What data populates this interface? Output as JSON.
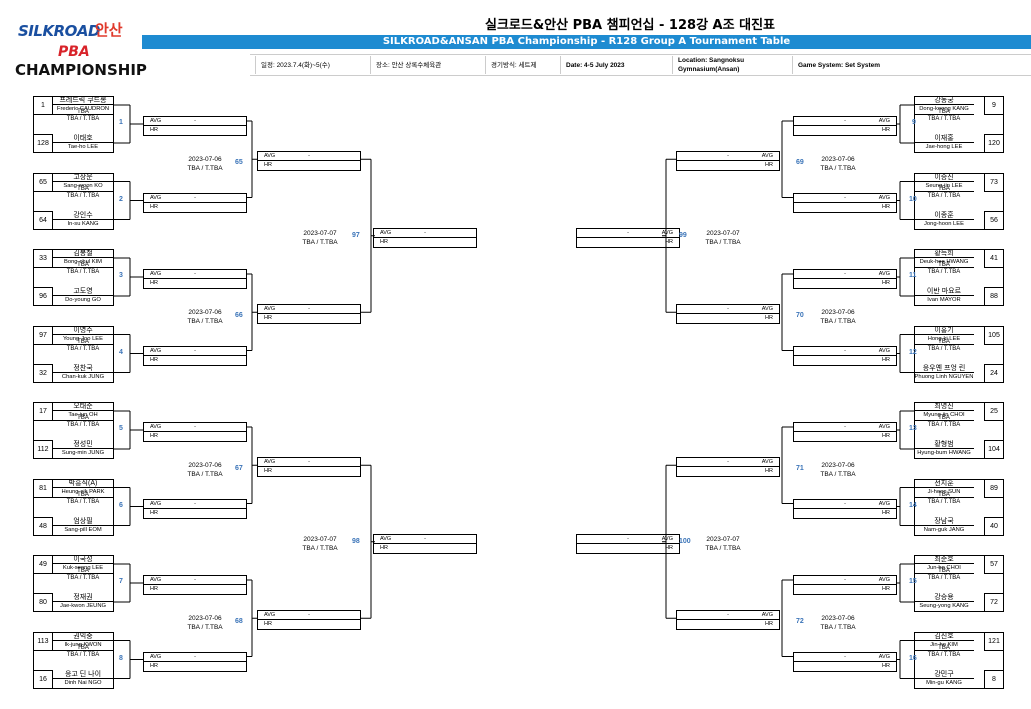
{
  "logo": {
    "silkroad": "SILKROAD",
    "ansan": "안산",
    "pba": "PBA",
    "championship": "CHAMPIONSHIP"
  },
  "header": {
    "title_ko": "실크로드&안산 PBA 챔피언십 - 128강 A조 대진표",
    "title_en": "SILKROAD&ANSAN PBA Championship - R128 Group A Tournament Table"
  },
  "info": {
    "date_ko": "일정: 2023.7.4(화)~5(수)",
    "venue_ko": "장소: 안산 상록수체육관",
    "system_ko": "경기방식: 세트제",
    "date_en": "Date: 4-5 July 2023",
    "location_en": "Location: Sangnoksu Gymnasium(Ansan)",
    "system_en": "Game System: Set System"
  },
  "labels": {
    "avg": "AVG",
    "hr": "HR",
    "dash": "-",
    "tba": "TBA",
    "tba2": "TBA / T.TBA"
  },
  "left_matches": [
    {
      "num": "1",
      "p1": {
        "seed": "1",
        "ko": "프레드릭 쿠드롱",
        "en": "Frederic CAUDRON"
      },
      "p2": {
        "seed": "128",
        "ko": "이태호",
        "en": "Tae-ho LEE"
      }
    },
    {
      "num": "2",
      "p1": {
        "seed": "65",
        "ko": "고상운",
        "en": "Sang-woon KO"
      },
      "p2": {
        "seed": "64",
        "ko": "강인수",
        "en": "In-su KANG"
      }
    },
    {
      "num": "3",
      "p1": {
        "seed": "33",
        "ko": "김봉철",
        "en": "Bong-chul KIM"
      },
      "p2": {
        "seed": "96",
        "ko": "고도영",
        "en": "Do-young GO"
      }
    },
    {
      "num": "4",
      "p1": {
        "seed": "97",
        "ko": "이영주",
        "en": "Young-Joo LEE"
      },
      "p2": {
        "seed": "32",
        "ko": "정찬국",
        "en": "Chan-kuk JUNG"
      }
    },
    {
      "num": "5",
      "p1": {
        "seed": "17",
        "ko": "오태준",
        "en": "Tae-jun OH"
      },
      "p2": {
        "seed": "112",
        "ko": "정성민",
        "en": "Sung-min JUNG"
      }
    },
    {
      "num": "6",
      "p1": {
        "seed": "81",
        "ko": "박흥식(A)",
        "en": "Heung-sik PARK"
      },
      "p2": {
        "seed": "48",
        "ko": "엄상필",
        "en": "Sang-pill EOM"
      }
    },
    {
      "num": "7",
      "p1": {
        "seed": "49",
        "ko": "이국성",
        "en": "Kuk-seong LEE"
      },
      "p2": {
        "seed": "80",
        "ko": "정재권",
        "en": "Jae-kwon JEUNG"
      }
    },
    {
      "num": "8",
      "p1": {
        "seed": "113",
        "ko": "권익중",
        "en": "Ik-jung KWON"
      },
      "p2": {
        "seed": "16",
        "ko": "응고 딘 나이",
        "en": "Dinh Nai NGO"
      }
    }
  ],
  "right_matches": [
    {
      "num": "9",
      "p1": {
        "seed": "9",
        "ko": "강동궁",
        "en": "Dong-koong KANG"
      },
      "p2": {
        "seed": "120",
        "ko": "이재홍",
        "en": "Jae-hong LEE"
      }
    },
    {
      "num": "10",
      "p1": {
        "seed": "73",
        "ko": "이승진",
        "en": "Seung-jin LEE"
      },
      "p2": {
        "seed": "56",
        "ko": "이종훈",
        "en": "Jong-hoon LEE"
      }
    },
    {
      "num": "11",
      "p1": {
        "seed": "41",
        "ko": "황득희",
        "en": "Deuk-hee HWANG"
      },
      "p2": {
        "seed": "88",
        "ko": "이반 마요르",
        "en": "Ivan MAYOR"
      }
    },
    {
      "num": "12",
      "p1": {
        "seed": "105",
        "ko": "이홍기",
        "en": "Hong-ki LEE"
      },
      "p2": {
        "seed": "24",
        "ko": "응우옌 프엉 린",
        "en": "Phuong Linh NGUYEN"
      }
    },
    {
      "num": "13",
      "p1": {
        "seed": "25",
        "ko": "최명진",
        "en": "Myung-jin CHOI"
      },
      "p2": {
        "seed": "104",
        "ko": "황형범",
        "en": "Hyung-bum HWANG"
      }
    },
    {
      "num": "14",
      "p1": {
        "seed": "89",
        "ko": "선지훈",
        "en": "Ji-hoon SUN"
      },
      "p2": {
        "seed": "40",
        "ko": "장남국",
        "en": "Nam-guk JANG"
      }
    },
    {
      "num": "15",
      "p1": {
        "seed": "57",
        "ko": "최준호",
        "en": "Jun-ho CHOI"
      },
      "p2": {
        "seed": "72",
        "ko": "강승용",
        "en": "Seung-yong KANG"
      }
    },
    {
      "num": "16",
      "p1": {
        "seed": "121",
        "ko": "김진호",
        "en": "Jin-ho KIM"
      },
      "p2": {
        "seed": "8",
        "ko": "강민구",
        "en": "Min-gu KANG"
      }
    }
  ],
  "r64_left": [
    {
      "num": "65",
      "date": "2023-07-06"
    },
    {
      "num": "66",
      "date": "2023-07-06"
    },
    {
      "num": "67",
      "date": "2023-07-06"
    },
    {
      "num": "68",
      "date": "2023-07-06"
    }
  ],
  "r64_right": [
    {
      "num": "69",
      "date": "2023-07-06"
    },
    {
      "num": "70",
      "date": "2023-07-06"
    },
    {
      "num": "71",
      "date": "2023-07-06"
    },
    {
      "num": "72",
      "date": "2023-07-06"
    }
  ],
  "r32_left": [
    {
      "num": "97",
      "date": "2023-07-07"
    },
    {
      "num": "98",
      "date": "2023-07-07"
    }
  ],
  "r32_right": [
    {
      "num": "99",
      "date": "2023-07-07"
    },
    {
      "num": "100",
      "date": "2023-07-07"
    }
  ]
}
